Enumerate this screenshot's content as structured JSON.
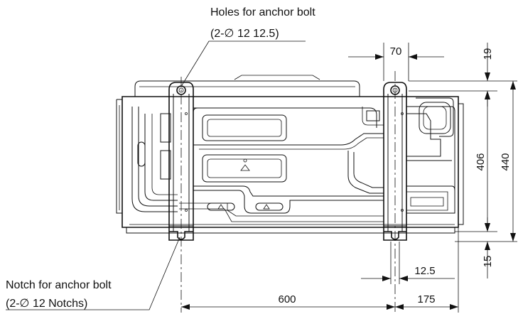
{
  "labels": {
    "holes_title": "Holes for anchor bolt",
    "holes_spec": "(2-∅ 12 12.5)",
    "notch_title": "Notch for anchor bolt",
    "notch_spec": "(2-∅ 12 Notchs)"
  },
  "dimensions": {
    "top_offset": "70",
    "top_gap": "19",
    "inner_height": "406",
    "outer_height": "440",
    "bottom_gap": "15",
    "hole_width": "12.5",
    "bolt_pitch": "600",
    "right_offset": "175"
  }
}
